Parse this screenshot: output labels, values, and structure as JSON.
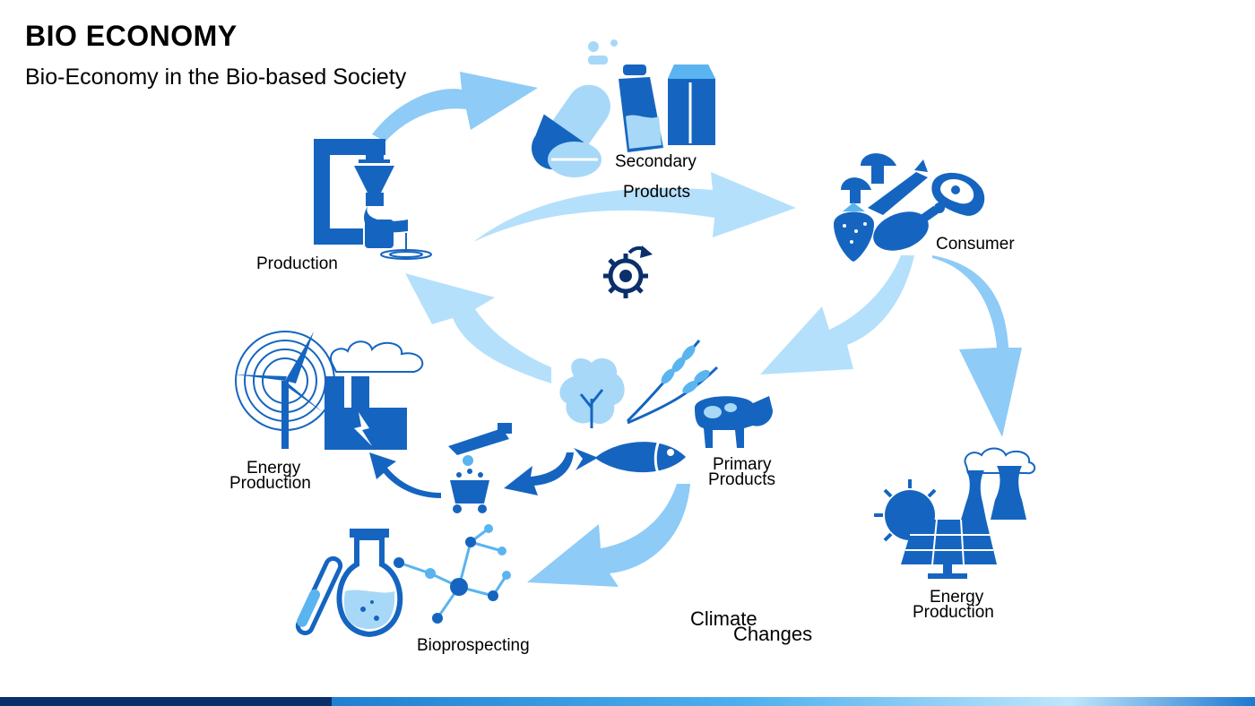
{
  "header": {
    "title": "BIO ECONOMY",
    "subtitle": "Bio-Economy in the Bio-based Society"
  },
  "labels": {
    "secondary_products_1": "Secondary",
    "secondary_products_2": "Products",
    "consumer": "Consumer",
    "production": "Production",
    "energy_left_1": "Energy",
    "energy_left_2": "Production",
    "primary_products_1": "Primary",
    "primary_products_2": "Products",
    "energy_right_1": "Energy",
    "energy_right_2": "Production",
    "bioprospecting": "Bioprospecting",
    "climate_1": "Climate",
    "climate_2": "Changes"
  },
  "colors": {
    "dark_blue": "#1565c0",
    "mid_blue": "#5ab4f0",
    "light_blue": "#a8d8f8",
    "navy": "#0b2f6b"
  },
  "icons": [
    "milk-bottle-icon",
    "milk-carton-icon",
    "pill-icon",
    "grinder-machine-icon",
    "mushroom-icon",
    "carrot-icon",
    "strawberry-icon",
    "chicken-leg-icon",
    "steak-icon",
    "gear-cycle-icon",
    "tree-icon",
    "wheat-icon",
    "cow-icon",
    "fish-icon",
    "wind-turbine-icon",
    "factory-icon",
    "saw-icon",
    "mine-cart-icon",
    "flask-icon",
    "test-tube-icon",
    "molecule-icon",
    "sun-icon",
    "solar-panel-icon",
    "cooling-tower-icon"
  ]
}
